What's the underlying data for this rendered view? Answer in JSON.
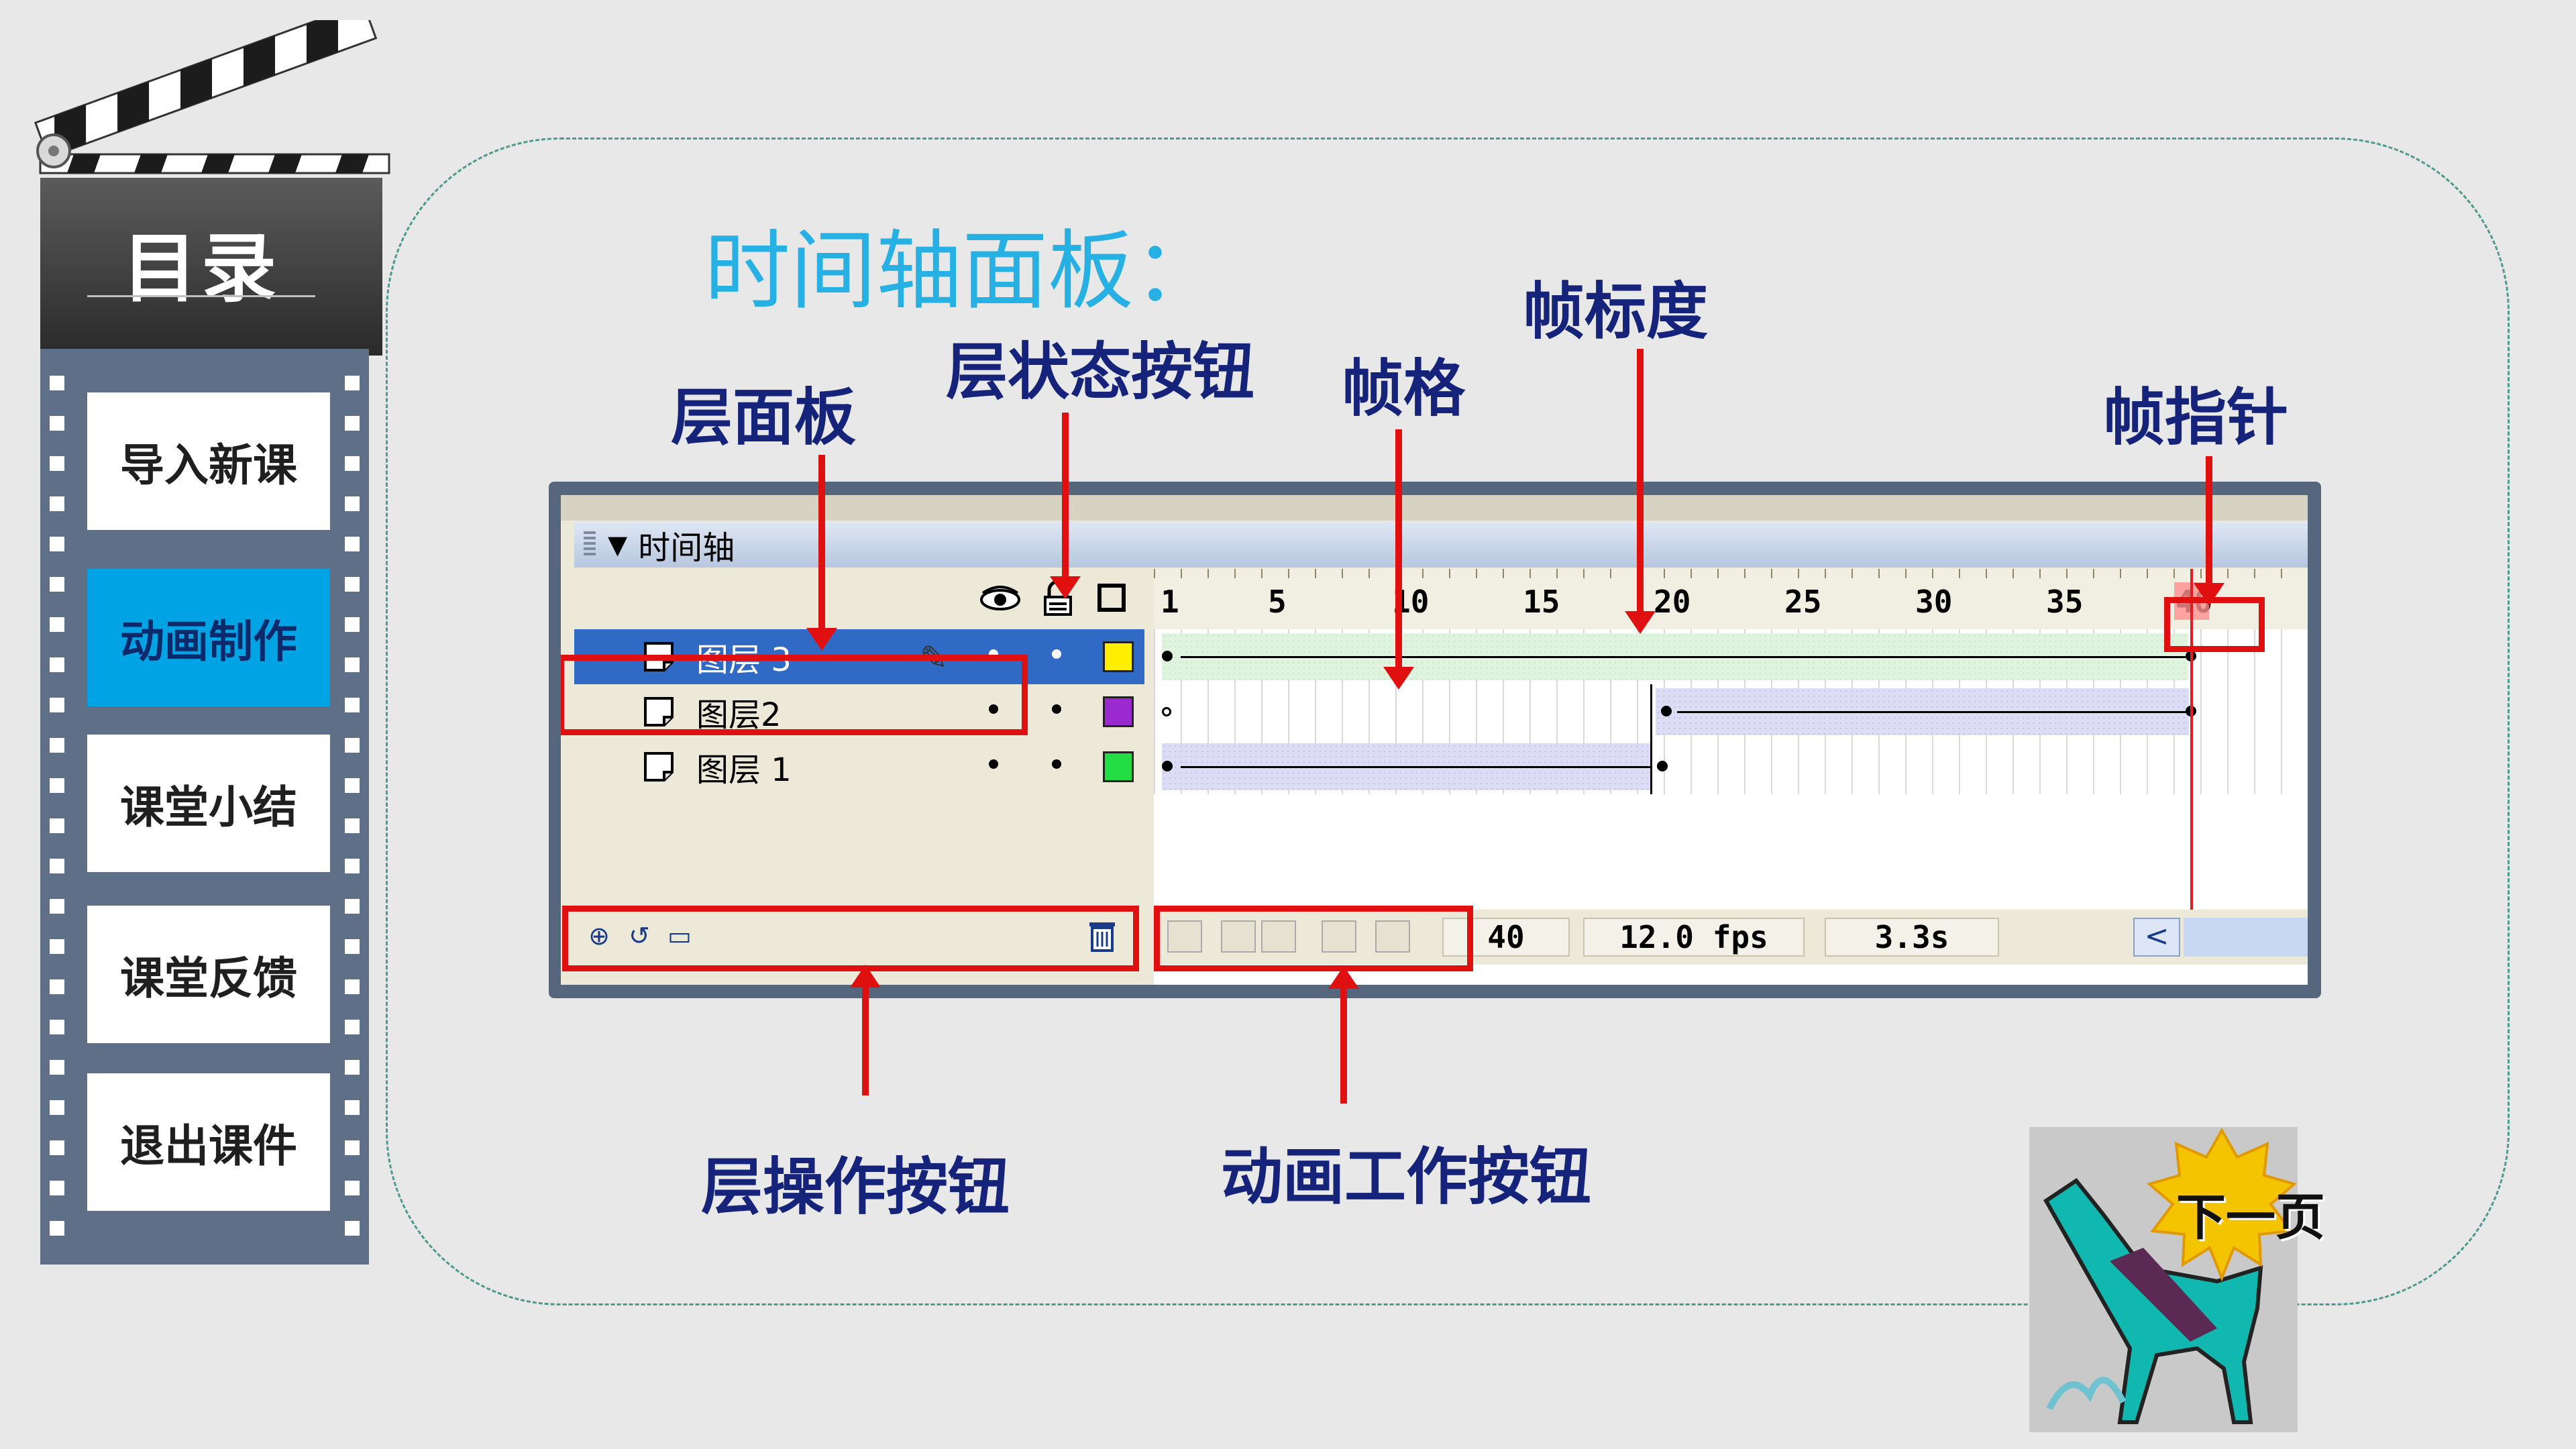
{
  "sidebar": {
    "title": "目录",
    "items": [
      {
        "label": "导入新课",
        "active": false
      },
      {
        "label": "动画制作",
        "active": true
      },
      {
        "label": "课堂小结",
        "active": false
      },
      {
        "label": "课堂反馈",
        "active": false
      },
      {
        "label": "退出课件",
        "active": false
      }
    ]
  },
  "main": {
    "title": "时间轴面板："
  },
  "callouts": {
    "layer_panel": "层面板",
    "layer_state_buttons": "层状态按钮",
    "frame_cell": "帧格",
    "frame_ruler": "帧标度",
    "playhead": "帧指针",
    "layer_ops_buttons": "层操作按钮",
    "anim_buttons": "动画工作按钮"
  },
  "timeline": {
    "panel_label": "时间轴",
    "layers": [
      {
        "name": "图层 3",
        "color": "#ffee00",
        "selected": true
      },
      {
        "name": "图层2",
        "color": "#9a2ad0",
        "selected": false
      },
      {
        "name": "图层 1",
        "color": "#22dd44",
        "selected": false
      }
    ],
    "ruler_ticks": [
      "1",
      "5",
      "10",
      "15",
      "20",
      "25",
      "30",
      "35",
      "40"
    ],
    "current_frame": "40",
    "frame_rate": "12.0 fps",
    "elapsed_time": "3.3s"
  },
  "next_button": {
    "label": "下一页"
  },
  "colors": {
    "accent_blue": "#00a4e4",
    "callout_text": "#16237a",
    "highlight_red": "#e01010",
    "title_cyan": "#27b0e3"
  }
}
